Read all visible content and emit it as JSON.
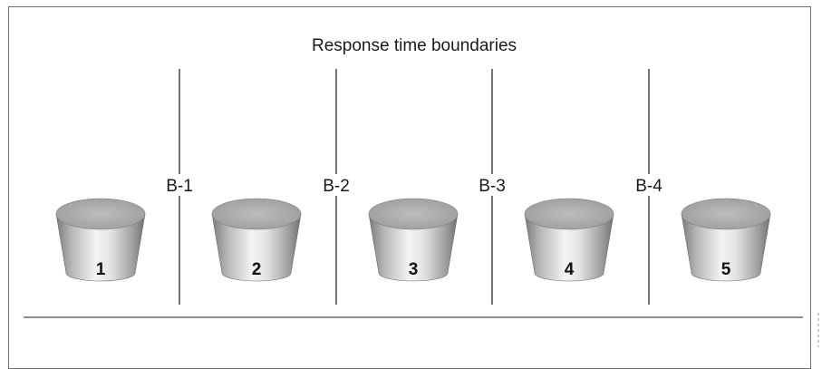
{
  "diagram": {
    "title": "Response time boundaries",
    "boundaries": [
      "B-1",
      "B-2",
      "B-3",
      "B-4"
    ],
    "buckets": [
      "1",
      "2",
      "3",
      "4",
      "5"
    ]
  }
}
